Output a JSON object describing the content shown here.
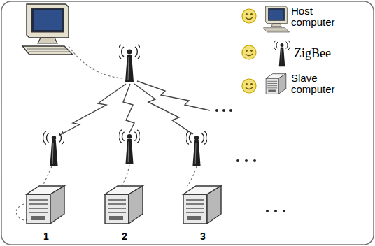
{
  "diagram": {
    "labels": [
      "1",
      "2",
      "3"
    ],
    "legend": [
      {
        "text": "Host computer"
      },
      {
        "text": "ZigBee"
      },
      {
        "text": "Slave computer"
      }
    ]
  }
}
